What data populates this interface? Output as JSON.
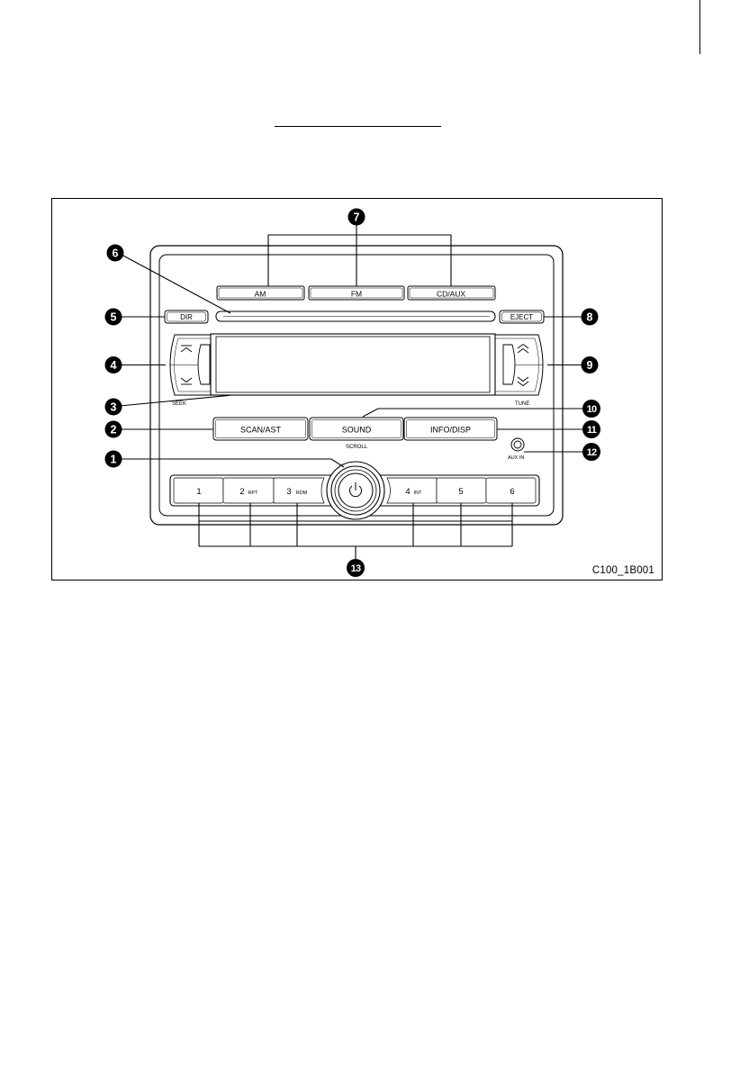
{
  "figure": {
    "code": "C100_1B001",
    "buttons": {
      "am": "AM",
      "fm": "FM",
      "cd_aux": "CD/AUX",
      "dir": "DIR",
      "eject": "EJECT",
      "scan_ast": "SCAN/AST",
      "sound": "SOUND",
      "info_disp": "INFO/DISP",
      "preset_1": "1",
      "preset_2": "2",
      "preset_2_sub": "RPT",
      "preset_3": "3",
      "preset_3_sub": "RDM",
      "preset_4": "4",
      "preset_4_sub": "INT",
      "preset_5": "5",
      "preset_6": "6"
    },
    "labels": {
      "seek": "SEEK",
      "tune": "TUNE",
      "scroll": "SCROLL",
      "aux_in": "AUX IN"
    },
    "callouts": [
      "1",
      "2",
      "3",
      "4",
      "5",
      "6",
      "7",
      "8",
      "9",
      "10",
      "11",
      "12",
      "13"
    ]
  }
}
